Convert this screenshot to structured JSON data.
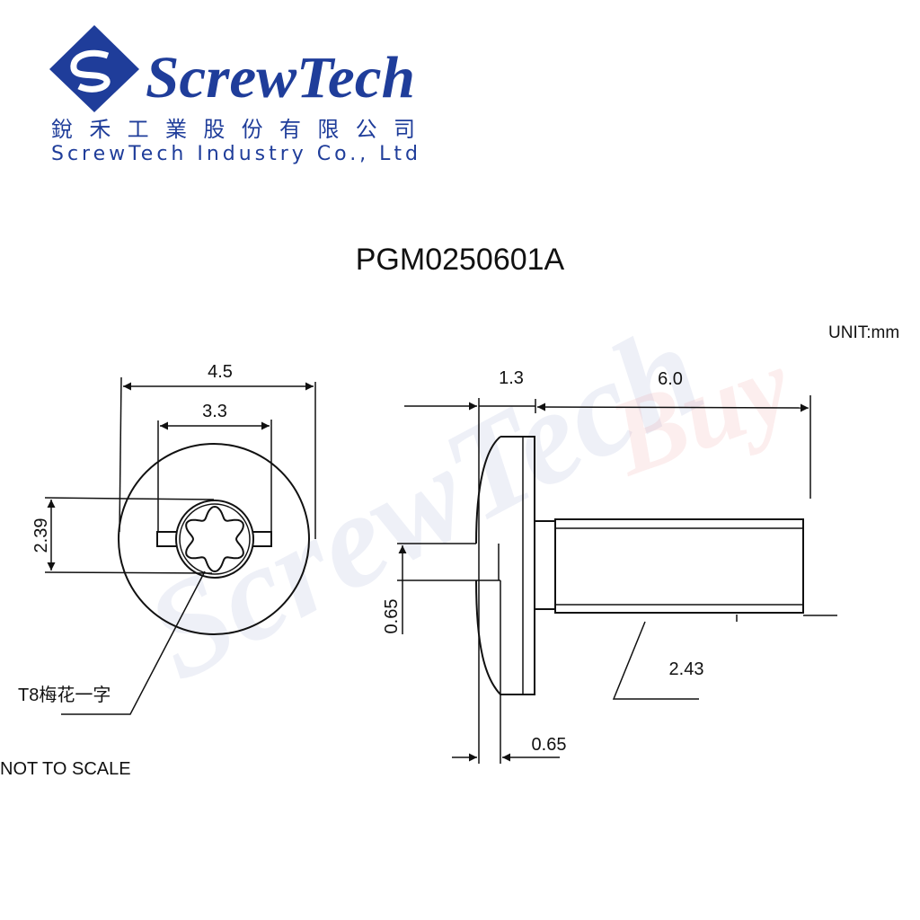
{
  "logo": {
    "brand": "ScrewTech",
    "chinese_name": "銳禾工業股份有限公司",
    "english_name": "ScrewTech Industry Co., Ltd",
    "color": "#1f3d9a"
  },
  "title": "PGM0250601A",
  "unit_label": "UNIT:mm",
  "note": "NOT TO SCALE",
  "watermark": {
    "text": "ScrewTech",
    "text2": "Buy"
  },
  "front_view": {
    "dim_head_diameter": "4.5",
    "dim_slot_length": "3.3",
    "dim_recess_diameter": "2.39",
    "drive_label": "T8梅花一字"
  },
  "side_view": {
    "dim_head_height": "1.3",
    "dim_length": "6.0",
    "dim_slot_width": "0.65",
    "dim_slot_depth": "0.65",
    "dim_shank_diameter": "2.43"
  }
}
